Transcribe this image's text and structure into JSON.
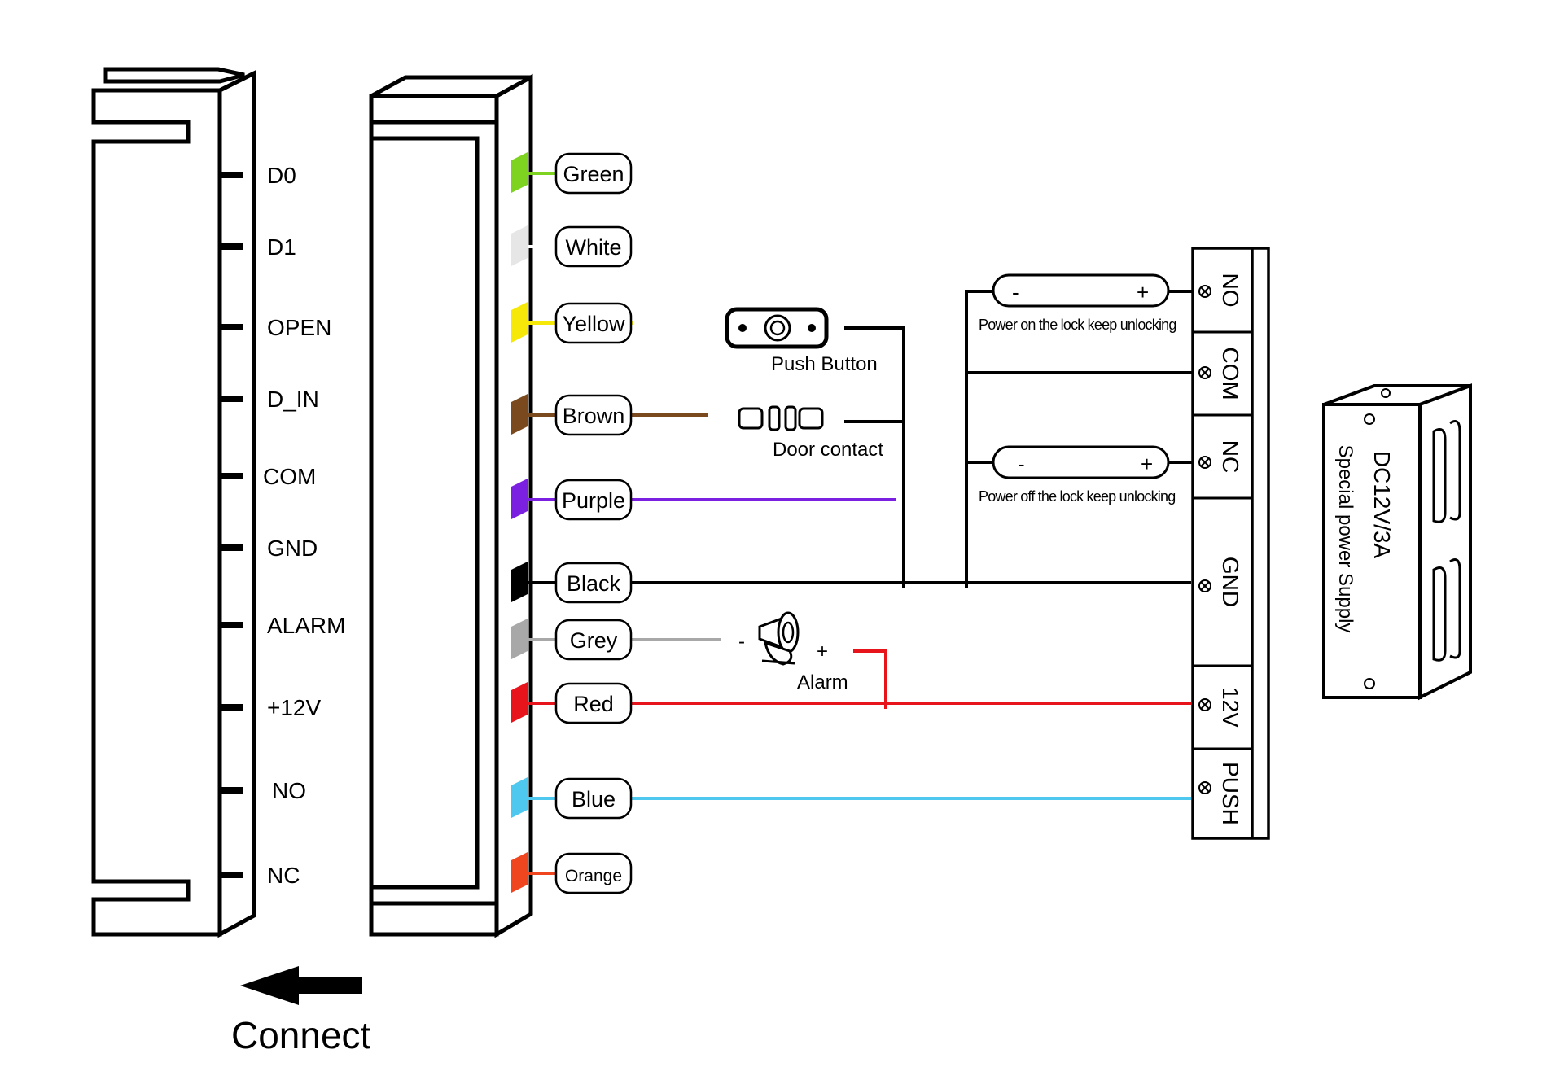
{
  "connector_pins": [
    "D0",
    "D1",
    "OPEN",
    "D_IN",
    "COM",
    "GND",
    "ALARM",
    "+12V",
    "NO",
    "NC"
  ],
  "wires": [
    {
      "label": "Green",
      "color": "#7ed321"
    },
    {
      "label": "White",
      "color": "#e6e6e6"
    },
    {
      "label": "Yellow",
      "color": "#f6e90a"
    },
    {
      "label": "Brown",
      "color": "#7a4a1e"
    },
    {
      "label": "Purple",
      "color": "#7b1fe0"
    },
    {
      "label": "Black",
      "color": "#000000"
    },
    {
      "label": "Grey",
      "color": "#a8a8a8"
    },
    {
      "label": "Red",
      "color": "#e8141b"
    },
    {
      "label": "Blue",
      "color": "#4fc8ef"
    },
    {
      "label": "Orange",
      "color": "#f0461f"
    }
  ],
  "devices": {
    "push_button": "Push Button",
    "door_contact": "Door contact",
    "alarm": "Alarm",
    "alarm_minus": "-",
    "alarm_plus": "+"
  },
  "locks": {
    "minus": "-",
    "plus": "+",
    "power_on": "Power on the lock keep unlocking",
    "power_off": "Power off the lock keep unlocking"
  },
  "terminals": [
    "NO",
    "COM",
    "NC",
    "GND",
    "12V",
    "PUSH"
  ],
  "power_supply": {
    "title": "DC12V/3A",
    "subtitle": "Special power Supply"
  },
  "connect_label": "Connect"
}
